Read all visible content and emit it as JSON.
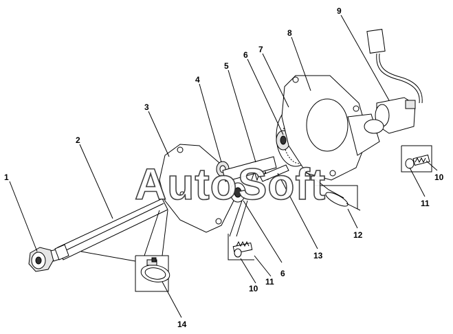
{
  "watermark": "AutoSoft",
  "callouts": [
    {
      "id": "c1",
      "label": "1"
    },
    {
      "id": "c2",
      "label": "2"
    },
    {
      "id": "c3",
      "label": "3"
    },
    {
      "id": "c4",
      "label": "4"
    },
    {
      "id": "c5",
      "label": "5"
    },
    {
      "id": "c6a",
      "label": "6"
    },
    {
      "id": "c6b",
      "label": "6"
    },
    {
      "id": "c7",
      "label": "7"
    },
    {
      "id": "c8",
      "label": "8"
    },
    {
      "id": "c9",
      "label": "9"
    },
    {
      "id": "c10a",
      "label": "10"
    },
    {
      "id": "c10b",
      "label": "10"
    },
    {
      "id": "c11a",
      "label": "11"
    },
    {
      "id": "c11b",
      "label": "11"
    },
    {
      "id": "c12",
      "label": "12"
    },
    {
      "id": "c13",
      "label": "13"
    },
    {
      "id": "c14",
      "label": "14"
    }
  ]
}
